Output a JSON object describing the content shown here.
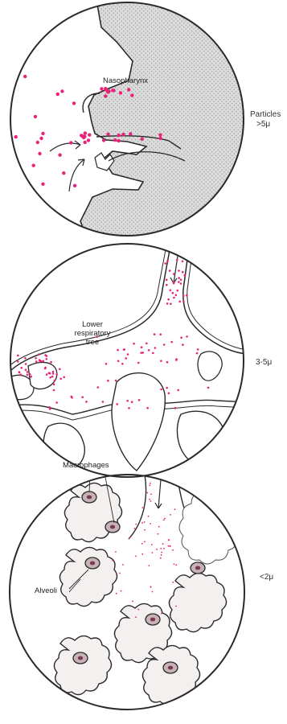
{
  "colors": {
    "particle": "#e8237a",
    "tissue_fill": "#d8d8d8",
    "outline": "#2a2a2a",
    "macrophage_fill": "#c7b3b6",
    "alveolus_fill": "#f4f0f0"
  },
  "panels": {
    "top": {
      "structure_label": "Nasopharynx",
      "side_label_line1": "Particles",
      "side_label_line2": ">5μ"
    },
    "middle": {
      "structure_label_line1": "Lower",
      "structure_label_line2": "respiratory",
      "structure_label_line3": "tree",
      "side_label": "3-5μ"
    },
    "bottom": {
      "macrophage_label": "Macrophages",
      "alveoli_label": "Alveoli",
      "side_label": "<2μ"
    }
  }
}
